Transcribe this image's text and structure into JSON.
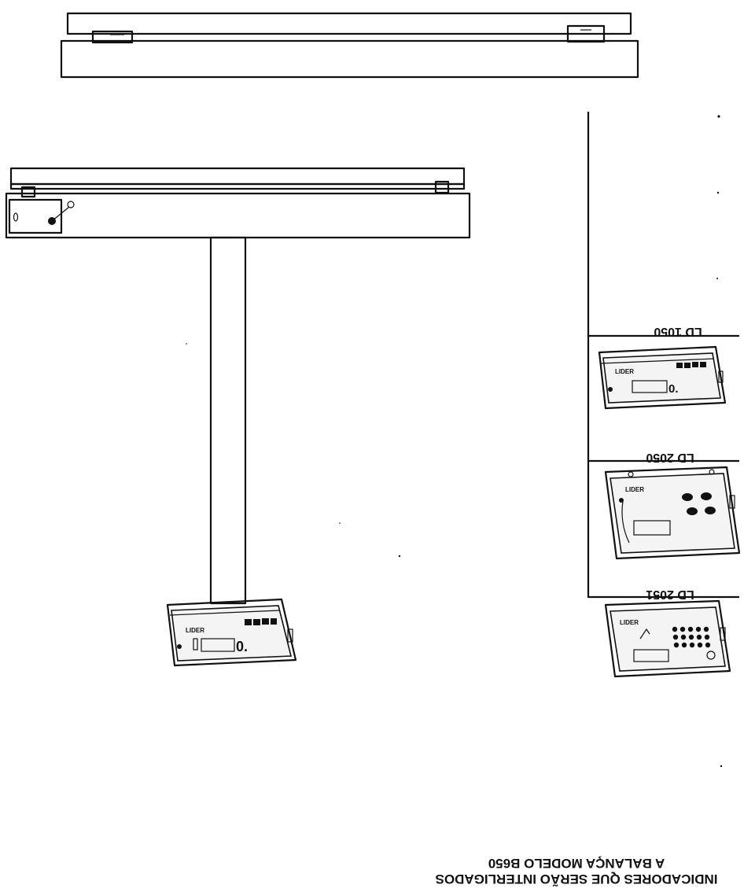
{
  "labels": {
    "ld1050": "LD 1050",
    "ld2050": "LD 2050",
    "ld2051": "LD 2051"
  },
  "caption": {
    "line1": "A BALANÇA MODELO B650",
    "line2": "INDICADORES QUE SERÃO INTERLIGADOS"
  },
  "indicator": {
    "brand": "LIDER",
    "reading": "0."
  },
  "icons": {
    "scale_top": "platform-scale-icon",
    "scale_column": "column-scale-icon",
    "indicator": "weight-indicator-icon"
  },
  "colors": {
    "ink": "#111111",
    "paper": "#ffffff"
  }
}
